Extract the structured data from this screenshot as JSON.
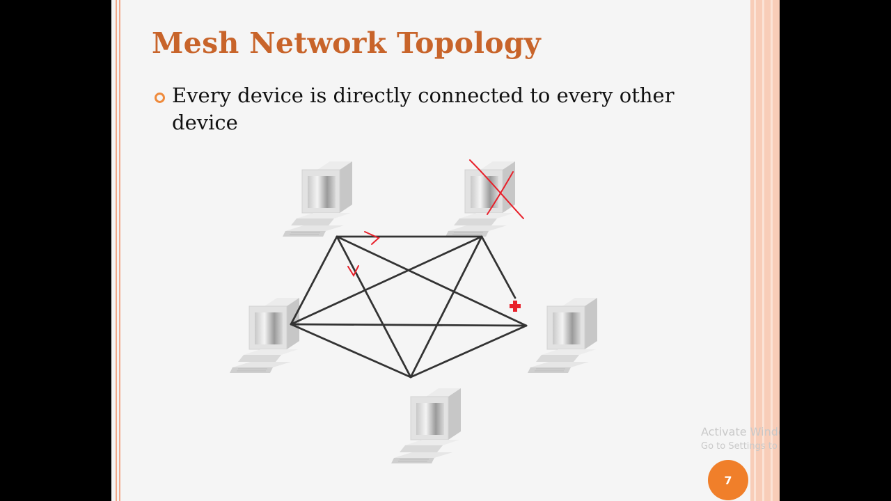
{
  "slide": {
    "title": "Mesh Network Topology",
    "bullet": "Every device is directly connected to every other device",
    "page_number": "7"
  },
  "diagram": {
    "nodes": [
      "computer-top-left",
      "computer-top-right",
      "computer-right",
      "computer-bottom",
      "computer-left"
    ],
    "links": [
      [
        0,
        1
      ],
      [
        0,
        2
      ],
      [
        0,
        3
      ],
      [
        0,
        4
      ],
      [
        1,
        2
      ],
      [
        1,
        3
      ],
      [
        1,
        4
      ],
      [
        2,
        3
      ],
      [
        2,
        4
      ],
      [
        3,
        4
      ]
    ],
    "annotations": [
      "failed-node-cross",
      "arrow-right",
      "arrow-down",
      "cursor"
    ]
  },
  "watermark": {
    "title": "Activate Windows",
    "subtitle": "Go to Settings to activate Windows."
  },
  "colors": {
    "title": "#c8642a",
    "bullet": "#ef8a3b",
    "annotation": "#e8202a",
    "badge": "#f07f2a",
    "link": "#333333"
  }
}
